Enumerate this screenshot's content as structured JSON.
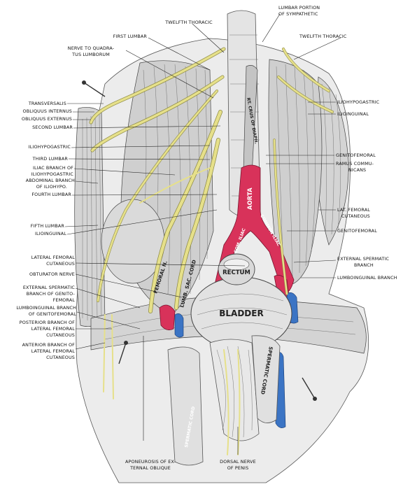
{
  "colors": {
    "nerve": "#e6e08a",
    "artery": "#d8325a",
    "vein": "#3b74c4",
    "tissue": "#ececec"
  },
  "top_labels": {
    "twelfth_thoracic_top": "TWELFTH THORACIC",
    "lumbar_portion_1": "LUMBAR PORTION",
    "lumbar_portion_2": "OF SYMPATHETIC",
    "first_lumbar": "FIRST LUMBAR",
    "twelfth_thoracic_right": "TWELFTH THORACIC",
    "nerve_quadratus_1": "NERVE TO QUADRA-",
    "nerve_quadratus_2": "TUS LUMBORUM"
  },
  "left_labels": {
    "transversalis": "TRANSVERSALIS",
    "obliquus_internus": "OBLIQUUS INTERNUS",
    "obliquus_externus": "OBLIQUUS EXTERNUS",
    "second_lumbar": "SECOND LUMBAR",
    "iliohypogastric": "ILIOHYPOGASTRIC",
    "third_lumbar": "THIRD LUMBAR",
    "iliac_branch_1": "ILIAC BRANCH OF",
    "iliac_branch_2": "ILIOHYPOGASTRIC",
    "abdominal_branch_1": "ABDOMINAL BRANCH",
    "abdominal_branch_2": "OF ILIOHYPO.",
    "fourth_lumbar": "FOURTH LUMBAR",
    "fifth_lumbar": "FIFTH LUMBAR",
    "ilioinguinal": "ILIOINGUINAL",
    "lateral_femoral_1": "LATERAL FEMORAL",
    "lateral_femoral_2": "CUTANEOUS",
    "obturator_nerve": "OBTURATOR NERVE",
    "ext_spermatic_1": "EXTERNAL SPERMATIC",
    "ext_spermatic_2": "BRANCH OF GENITO-",
    "ext_spermatic_3": "FEMORAL",
    "lumboinguinal_1": "LUMBOINGUINAL BRANCH",
    "lumboinguinal_2": "OF GENITOFEMORAL",
    "posterior_branch_1": "POSTERIOR BRANCH OF",
    "posterior_branch_2": "LATERAL FEMORAL",
    "posterior_branch_3": "CUTANEOUS",
    "anterior_branch_1": "ANTERIOR BRANCH OF",
    "anterior_branch_2": "LATERAL FEMORAL",
    "anterior_branch_3": "CUTANEOUS"
  },
  "right_labels": {
    "iliohypogastric": "ILIOHYPOGASTRIC",
    "ilioinguinal": "ILIOINGUINAL",
    "genitofemoral": "GENITOFEMORAL",
    "ramus_1": "RAMUS COMMU-",
    "ramus_2": "NICANS",
    "lat_femoral_1": "LAT. FEMORAL",
    "lat_femoral_2": "CUTANEOUS",
    "genitofemoral_2": "GENITOFEMORAL",
    "ext_spermatic_1": "EXTERNAL SPERMATIC",
    "ext_spermatic_2": "BRANCH",
    "lumboinguinal": "LUMBOINGUINAL BRANCH"
  },
  "bottom_labels": {
    "aponeurosis_1": "APONEUROSIS OF EX-",
    "aponeurosis_2": "TERNAL OBLIQUE",
    "dorsal_nerve_1": "DORSAL NERVE",
    "dorsal_nerve_2": "OF PENIS"
  },
  "organ_labels": {
    "bladder": "BLADDER",
    "rectum": "RECTUM",
    "aorta": "AORTA",
    "com_iliac_left": "COM. ILIAC",
    "com_iliac_right": "COMMON ILIAC",
    "femoral_n": "FEMORAL N.",
    "lumb_sac_cord": "LUMB. SAC. CORD",
    "crus": "RT. CRUS OF DIAPH.",
    "spermatic_cord_right": "SPERMATIC CORD",
    "spermatic_cord_left": "SPERMATIC CORD"
  }
}
